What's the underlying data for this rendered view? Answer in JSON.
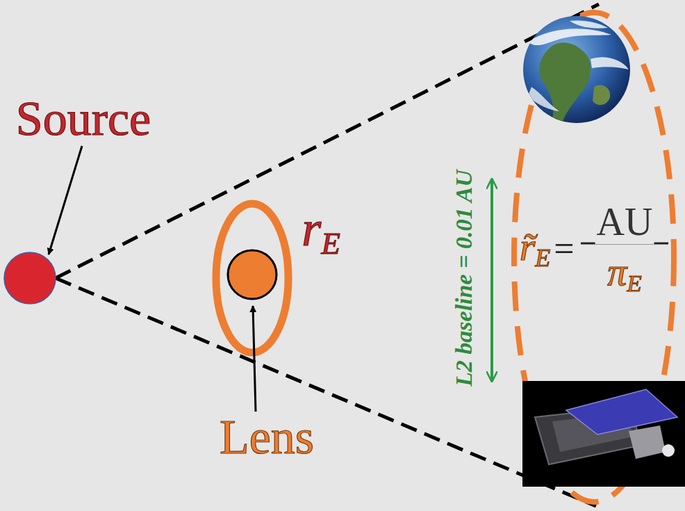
{
  "diagram": {
    "labels": [
      "Source",
      "Lens",
      "rE",
      "L2 baseline = 0.01 AU",
      "r̃E",
      "=",
      "AU",
      "πE"
    ]
  }
}
